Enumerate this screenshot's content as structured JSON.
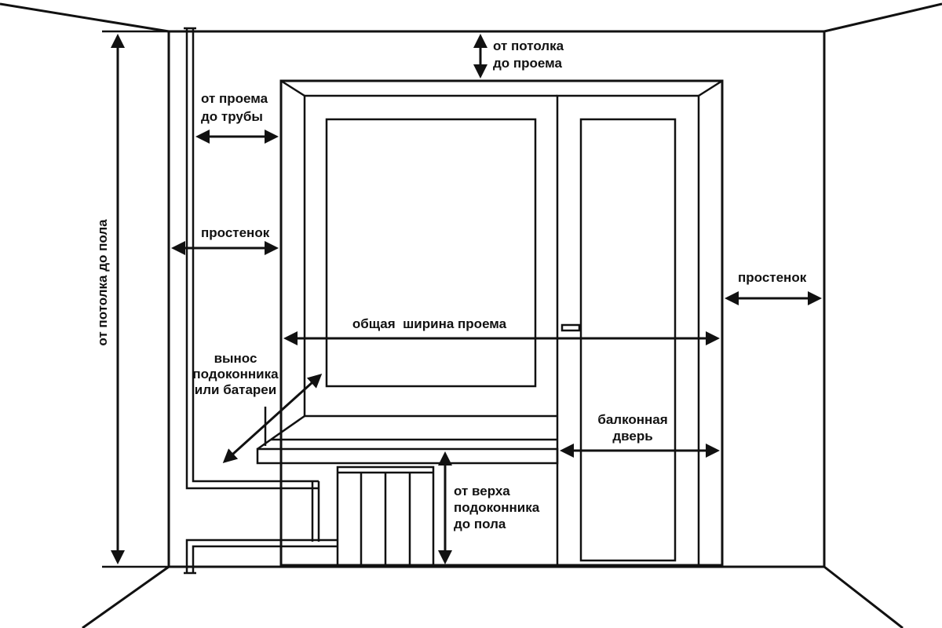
{
  "labels": {
    "ceiling_to_opening": [
      "от потолка",
      "до проема"
    ],
    "opening_to_pipe": [
      "от проема",
      "до трубы"
    ],
    "pier_left": "простенок",
    "pier_right": "простенок",
    "ceiling_to_floor": "от потолка до пола",
    "total_width": "общая  ширина проема",
    "sill_overhang": [
      "вынос",
      "подоконника",
      "или батареи"
    ],
    "balcony_door": [
      "балконная",
      "дверь"
    ],
    "sill_top_to_floor": [
      "от верха",
      "подоконника",
      "до пола"
    ]
  },
  "colors": {
    "line": "#111111",
    "background": "#ffffff"
  }
}
